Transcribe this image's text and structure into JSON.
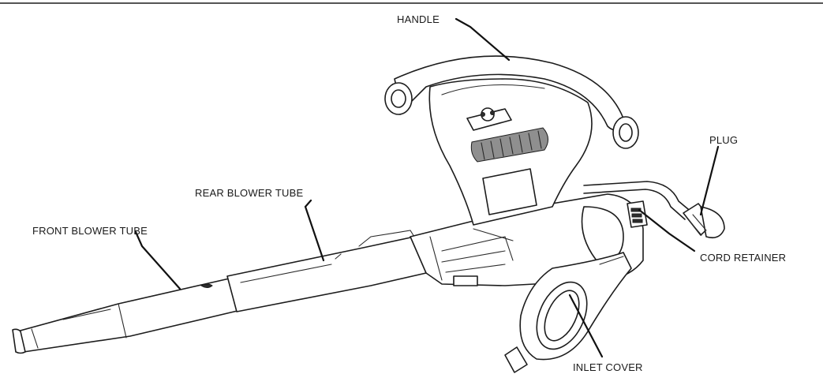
{
  "labels": {
    "handle": "HANDLE",
    "plug": "PLUG",
    "rear_tube": "REAR BLOWER  TUBE",
    "front_tube": "FRONT BLOWER  TUBE",
    "cord_retainer": "CORD RETAINER",
    "inlet_cover": "INLET COVER"
  }
}
